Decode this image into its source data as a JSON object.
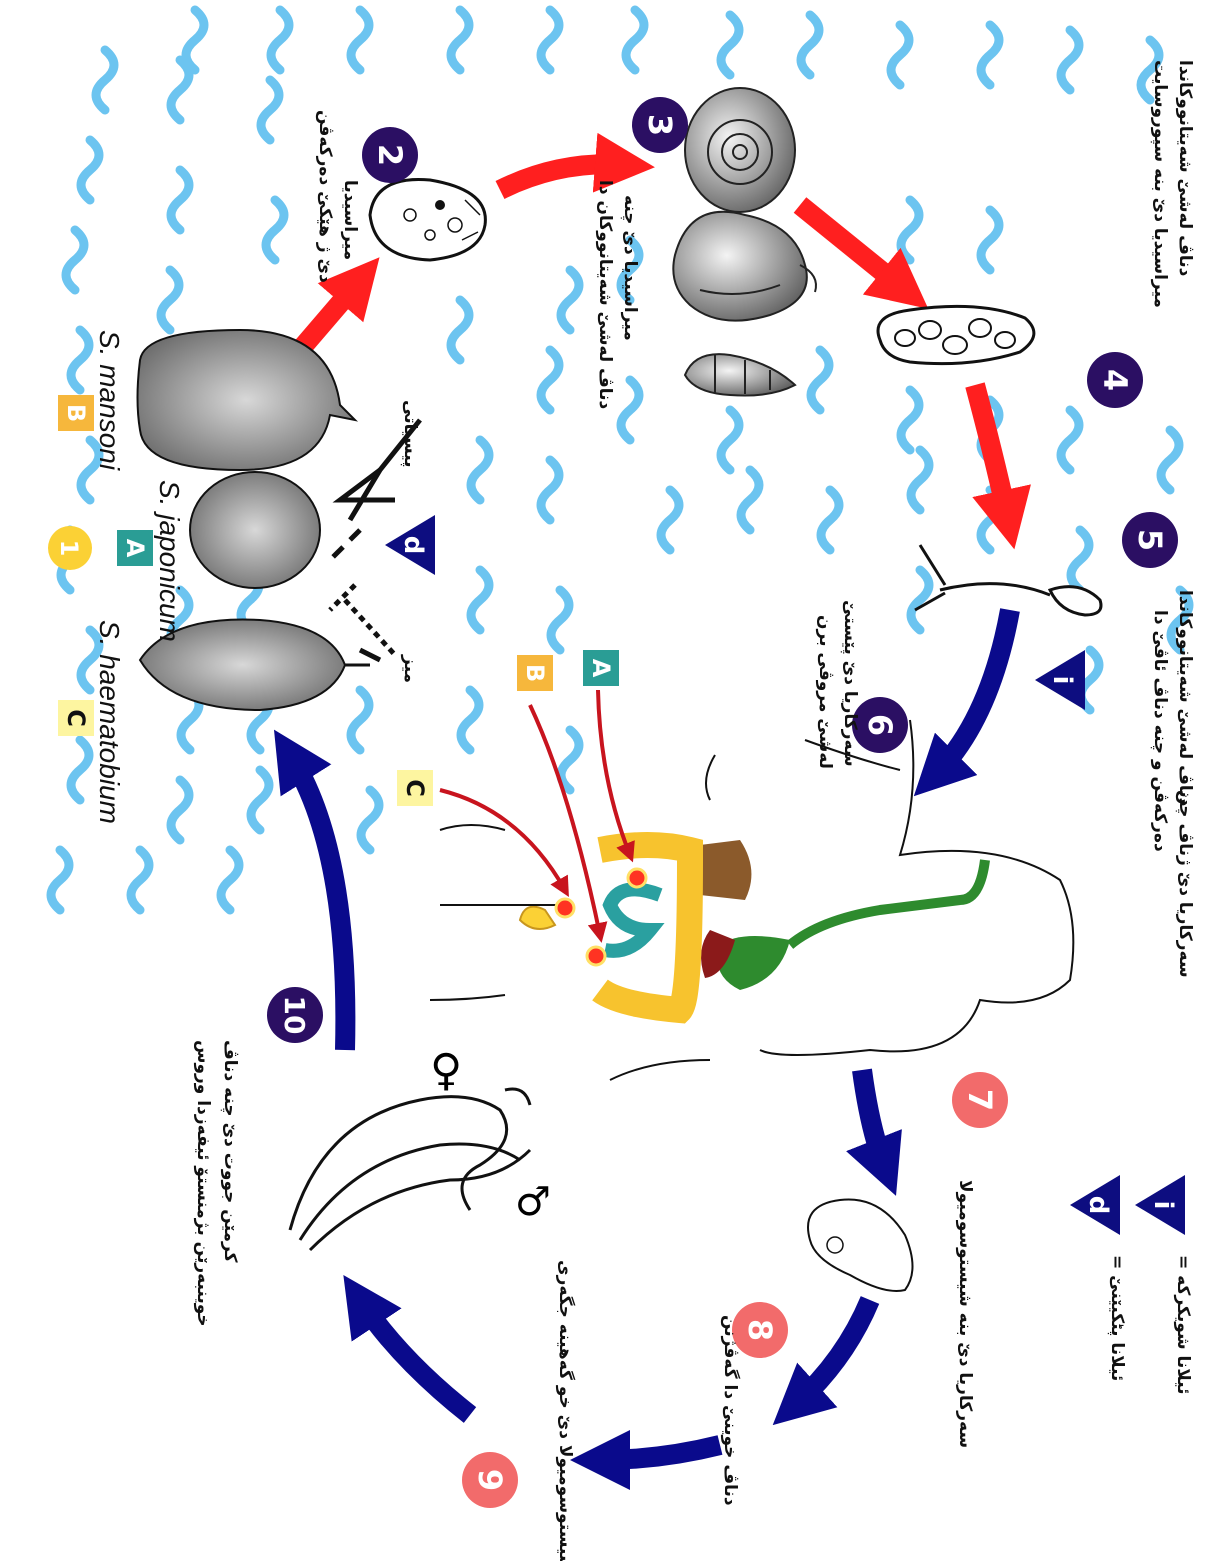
{
  "colors": {
    "water": "#6cc4f0",
    "red_arrow": "#ff1f1f",
    "blue_arrow": "#0a0a8c",
    "purple_circle": "#2b0f63",
    "pink_circle": "#f26b6b",
    "tri_blue": "#0d0d80",
    "teal_box": "#2a9d95",
    "orange_box": "#f6b73c",
    "yellow_box": "#fdf5a0",
    "yellow_circle": "#fbd135"
  },
  "legend": {
    "i_label": "i",
    "i_text": "= ئيلانا شويکرکه",
    "d_label": "d",
    "d_text": "= ئيلانا پٹکیێنێ"
  },
  "steps": {
    "n2": "2",
    "n3": "3",
    "n4": "4",
    "n5": "5",
    "n6": "6",
    "n7": "7",
    "n8": "8",
    "n9": "9",
    "n10": "10"
  },
  "captions": {
    "c2a": "میراسیدیا",
    "c2b": "دێ ژ هێکێ دەرکەڤن",
    "c3a": "میراسیدیا دێ چنە",
    "c3b": "دناڤ لەشێ شەیتانووکان دا",
    "c4a": "دناڤ لەشێ شەیتانووکاندا",
    "c4b": "میراسیدیا دێ بنە سپوروسايت",
    "c5a": "دناڤ لەشێ شەیتانووکاندا",
    "c5b": "سەرکاریا دێ ژناڤ چن",
    "c5c": "دەرکەڤن و چنە دناڤ ئاڤێ دا",
    "c6a": "سەرکاریا دێ پێستێ",
    "c6b": "لەشێ مروڤی برن",
    "c7": "سەرکاریا دێ بنە شیستوسومیولا",
    "c8": "دناڤ خوینێ دا گەڤژنن",
    "c9": "شیستوسومیولا دێ خو گەهینە جگەری",
    "c10a": "کرمێن جووت دێ چنە دناڤ",
    "c10b": "خوینبەرێن بژمنستۆ ئیفەزدا وروس"
  },
  "eggs": {
    "tri_label": "d",
    "lbl_stool": "پیسیاتی",
    "lbl_urine": "میز",
    "mansoni": "S. mansoni",
    "japonicum": "S. japonicum",
    "haematobium": "S. haematobium",
    "box_a": "A",
    "box_b": "B",
    "box_c": "C",
    "circle_1": "1"
  },
  "body_tags": {
    "a": "A",
    "b": "B",
    "c": "C",
    "i": "i"
  }
}
